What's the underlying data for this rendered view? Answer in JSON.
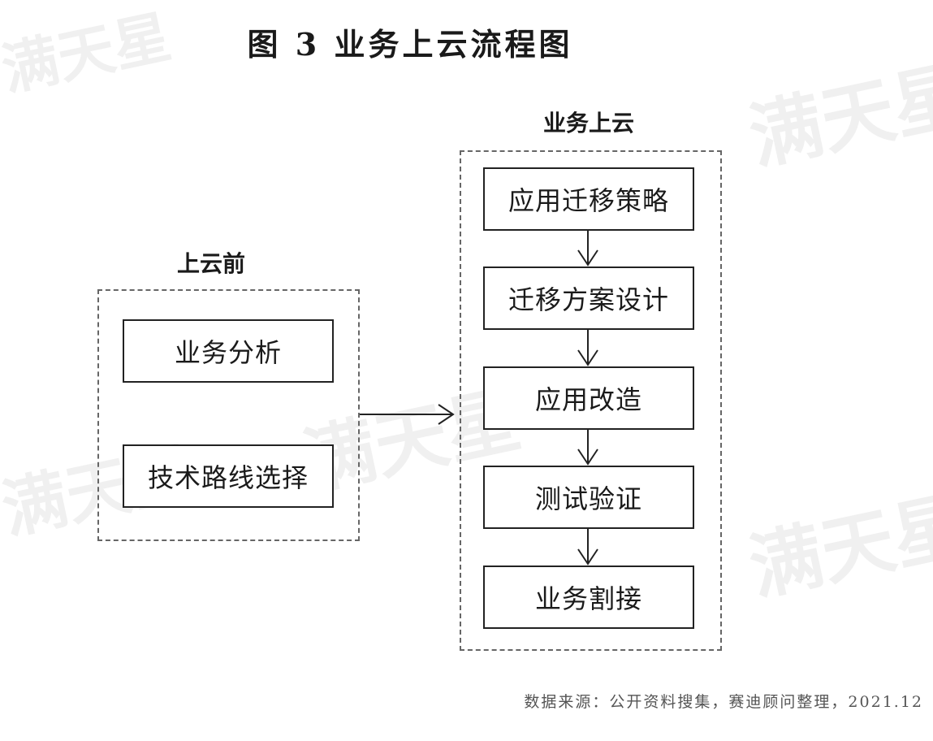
{
  "title": "图 3 业务上云流程图",
  "groups": {
    "before": {
      "label": "上云前",
      "nodes": [
        "业务分析",
        "技术路线选择"
      ]
    },
    "cloud": {
      "label": "业务上云",
      "nodes": [
        "应用迁移策略",
        "迁移方案设计",
        "应用改造",
        "测试验证",
        "业务割接"
      ]
    }
  },
  "source": "数据来源：公开资料搜集，赛迪顾问整理，2021.12",
  "watermark": "满天星"
}
